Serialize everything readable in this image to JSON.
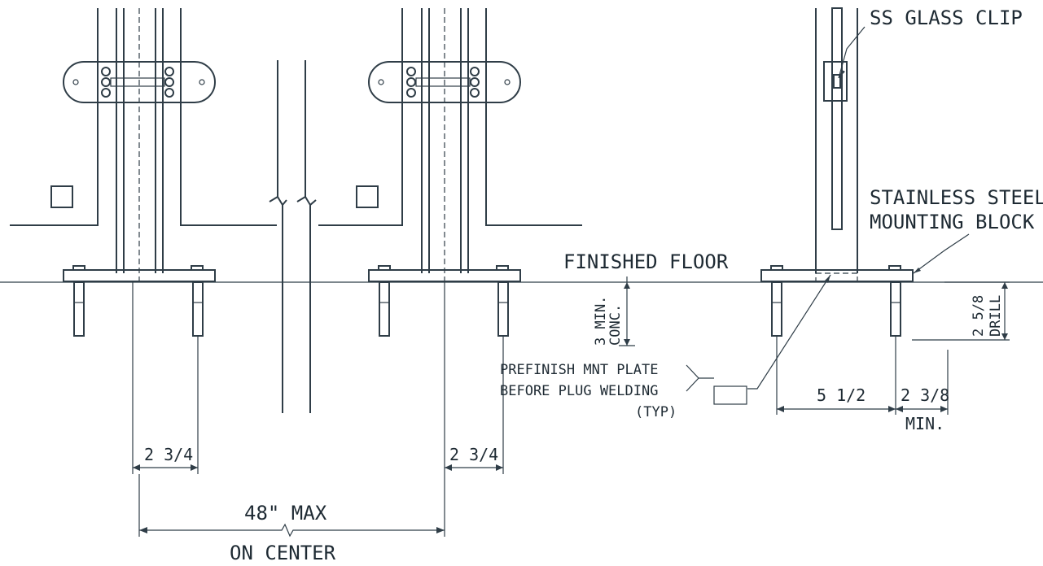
{
  "labels": {
    "ss_glass_clip": "SS GLASS CLIP",
    "stainless_steel": "STAINLESS STEEL",
    "mounting_block": "MOUNTING BLOCK",
    "finished_floor": "FINISHED FLOOR",
    "conc_3": "3 MIN.",
    "conc_word": "CONC.",
    "drill_frac": "2 5/8",
    "drill_word": "DRILL",
    "prefinish_1": "PREFINISH MNT PLATE",
    "prefinish_2": "BEFORE PLUG WELDING",
    "prefinish_3": "(TYP)",
    "dim_5_1_2": "5 1/2",
    "dim_2_3_8": "2 3/8",
    "dim_min": "MIN.",
    "dim_2_3_4_left": "2 3/4",
    "dim_2_3_4_right": "2 3/4",
    "max_48": "48\" MAX",
    "on_center": "ON CENTER"
  },
  "colors": {
    "line": "#2f3d47",
    "text": "#1e2a33",
    "background": "#ffffff"
  }
}
